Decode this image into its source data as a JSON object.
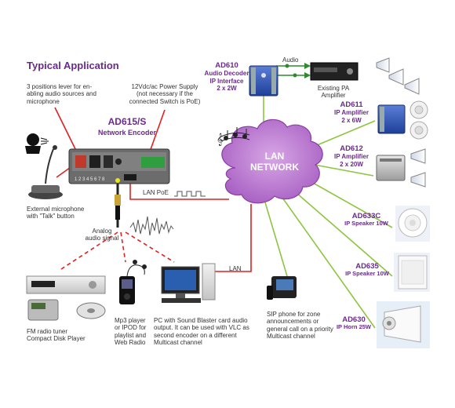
{
  "title": "Typical Application",
  "encoder": {
    "model": "AD615/S",
    "name": "Network Encoder",
    "lever_note": [
      "3 positions lever for en-",
      "abling audio sources and",
      "microphone"
    ],
    "power_note": [
      "12Vdc/ac Power Supply",
      "(not necessary if the",
      "connected Switch is PoE)"
    ],
    "lan_poe_label": "LAN PoE"
  },
  "microphone": {
    "caption": [
      "External microphone",
      "with \"Talk\" button"
    ]
  },
  "analog": {
    "caption": [
      "Analog",
      "audio signal"
    ]
  },
  "network": {
    "line1": "LAN",
    "line2": "NETWORK"
  },
  "lan_label": "LAN",
  "sources": [
    {
      "caption": [
        "FM radio tuner",
        "Compact Disk Player"
      ]
    },
    {
      "caption": [
        "Mp3 player",
        "or IPOD for",
        "playlist and",
        "Web Radio"
      ]
    },
    {
      "caption": [
        "PC with Sound Blaster card audio",
        "output. It can be used with VLC as",
        "second encoder on a different",
        "Multicast channel"
      ]
    },
    {
      "caption": [
        "SIP phone for zone",
        "announcements or",
        "general call on a priority",
        "Multicast channel"
      ]
    }
  ],
  "devices": [
    {
      "model": "AD610",
      "lines": [
        "Audio Decoder",
        "IP Interface",
        "2 x 2W"
      ]
    },
    {
      "model": "AD611",
      "lines": [
        "IP Amplifier",
        "2 x 6W"
      ]
    },
    {
      "model": "AD612",
      "lines": [
        "IP Amplifier",
        "2 x 20W"
      ]
    },
    {
      "model": "AD633C",
      "lines": [
        "IP Speaker 10W"
      ]
    },
    {
      "model": "AD635",
      "lines": [
        "IP Speaker 10W"
      ]
    },
    {
      "model": "AD630",
      "lines": [
        "IP Horn 25W"
      ]
    }
  ],
  "audio_label": "Audio",
  "pa_amp": {
    "caption": [
      "Existing PA",
      "Amplifier"
    ]
  },
  "colors": {
    "accent": "#6a2a8c",
    "green_link": "#8cc63f",
    "red_link": "#e02020",
    "cloud": "#c88ad8"
  }
}
